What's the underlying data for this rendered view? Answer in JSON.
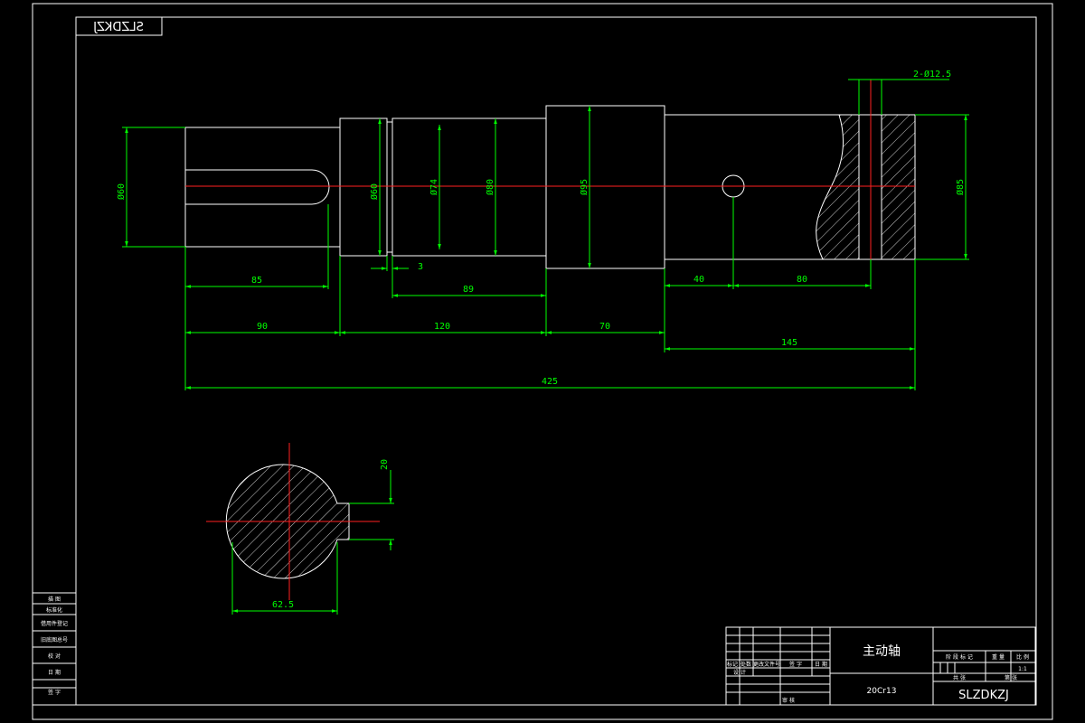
{
  "drawing": {
    "code_box_mirrored": "SLZDKZJ",
    "part_name": "主动轴",
    "material": "20Cr13",
    "drawing_code": "SLZDKZJ",
    "scale": "1:1"
  },
  "dimensions": {
    "d_hole": "2-Ø12.5",
    "d_left_shaft": "Ø60",
    "d_bearing_seat": "Ø60",
    "d_groove": "Ø74",
    "d_mid_shaft": "Ø80",
    "d_collar": "Ø95",
    "d_right_shaft": "Ø85",
    "len_keyway": "85",
    "len_groove": "3",
    "len_89": "89",
    "len_40": "40",
    "len_80": "80",
    "len_90": "90",
    "len_120": "120",
    "len_70": "70",
    "len_145": "145",
    "len_total": "425",
    "key_width": "20",
    "key_depth": "62.5"
  },
  "title_block": {
    "side_rows": [
      "描 图",
      "标准化",
      "借用件登记",
      "旧底图总号",
      "校 对",
      "日 期",
      "签 字"
    ],
    "table_headers": [
      "标记",
      "处数",
      "更改文件号",
      "签 字",
      "日 期"
    ],
    "design_label": "设 计",
    "review_label": "审 核",
    "stage_headers": [
      "阶 段 标 记",
      "重 量",
      "比 例"
    ],
    "sheet_labels": [
      "共 张",
      "第 张"
    ]
  }
}
